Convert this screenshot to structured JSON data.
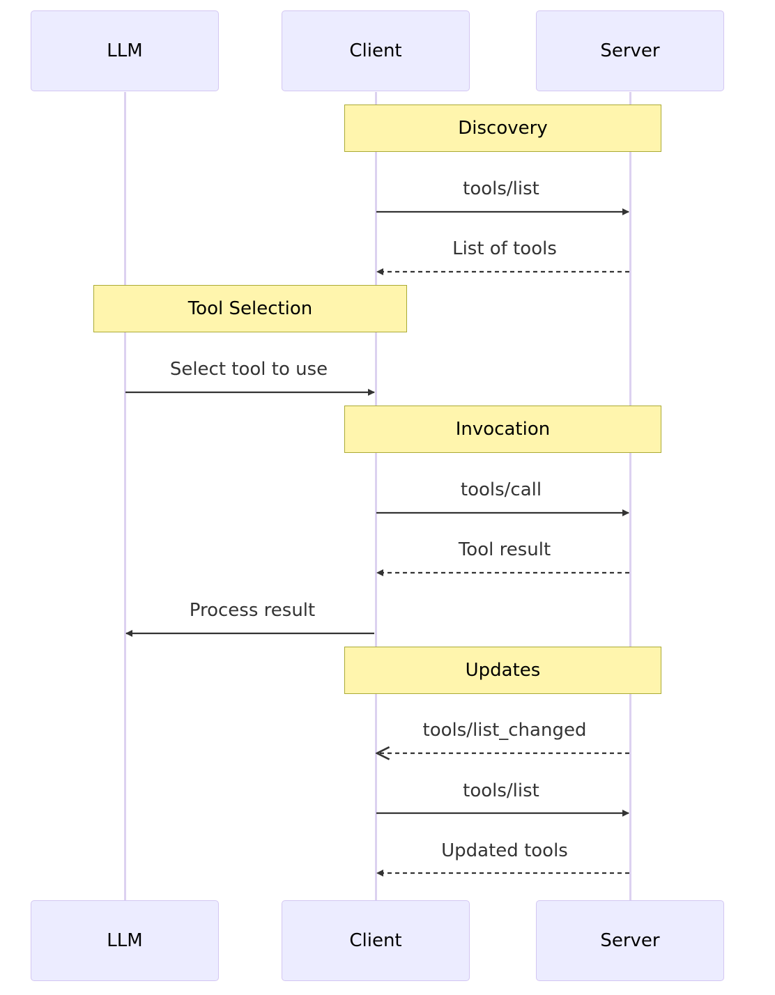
{
  "participants": [
    "LLM",
    "Client",
    "Server"
  ],
  "notes": [
    "Discovery",
    "Tool Selection",
    "Invocation",
    "Updates"
  ],
  "messages": [
    {
      "label": "tools/list",
      "from": "Client",
      "to": "Server",
      "style": "solid"
    },
    {
      "label": "List of tools",
      "from": "Server",
      "to": "Client",
      "style": "dashed"
    },
    {
      "label": "Select tool to use",
      "from": "LLM",
      "to": "Client",
      "style": "solid"
    },
    {
      "label": "tools/call",
      "from": "Client",
      "to": "Server",
      "style": "solid"
    },
    {
      "label": "Tool result",
      "from": "Server",
      "to": "Client",
      "style": "dashed"
    },
    {
      "label": "Process result",
      "from": "Client",
      "to": "LLM",
      "style": "solid"
    },
    {
      "label": "tools/list_changed",
      "from": "Server",
      "to": "Client",
      "style": "dashed-open"
    },
    {
      "label": "tools/list",
      "from": "Client",
      "to": "Server",
      "style": "solid"
    },
    {
      "label": "Updated tools",
      "from": "Server",
      "to": "Client",
      "style": "dashed"
    }
  ],
  "colors": {
    "actor_fill": "#ececff",
    "actor_border": "#d3c6f2",
    "lifeline": "#dcd1f0",
    "note_fill": "#fff5ad",
    "note_border": "#aaaa33",
    "arrow": "#333333"
  }
}
